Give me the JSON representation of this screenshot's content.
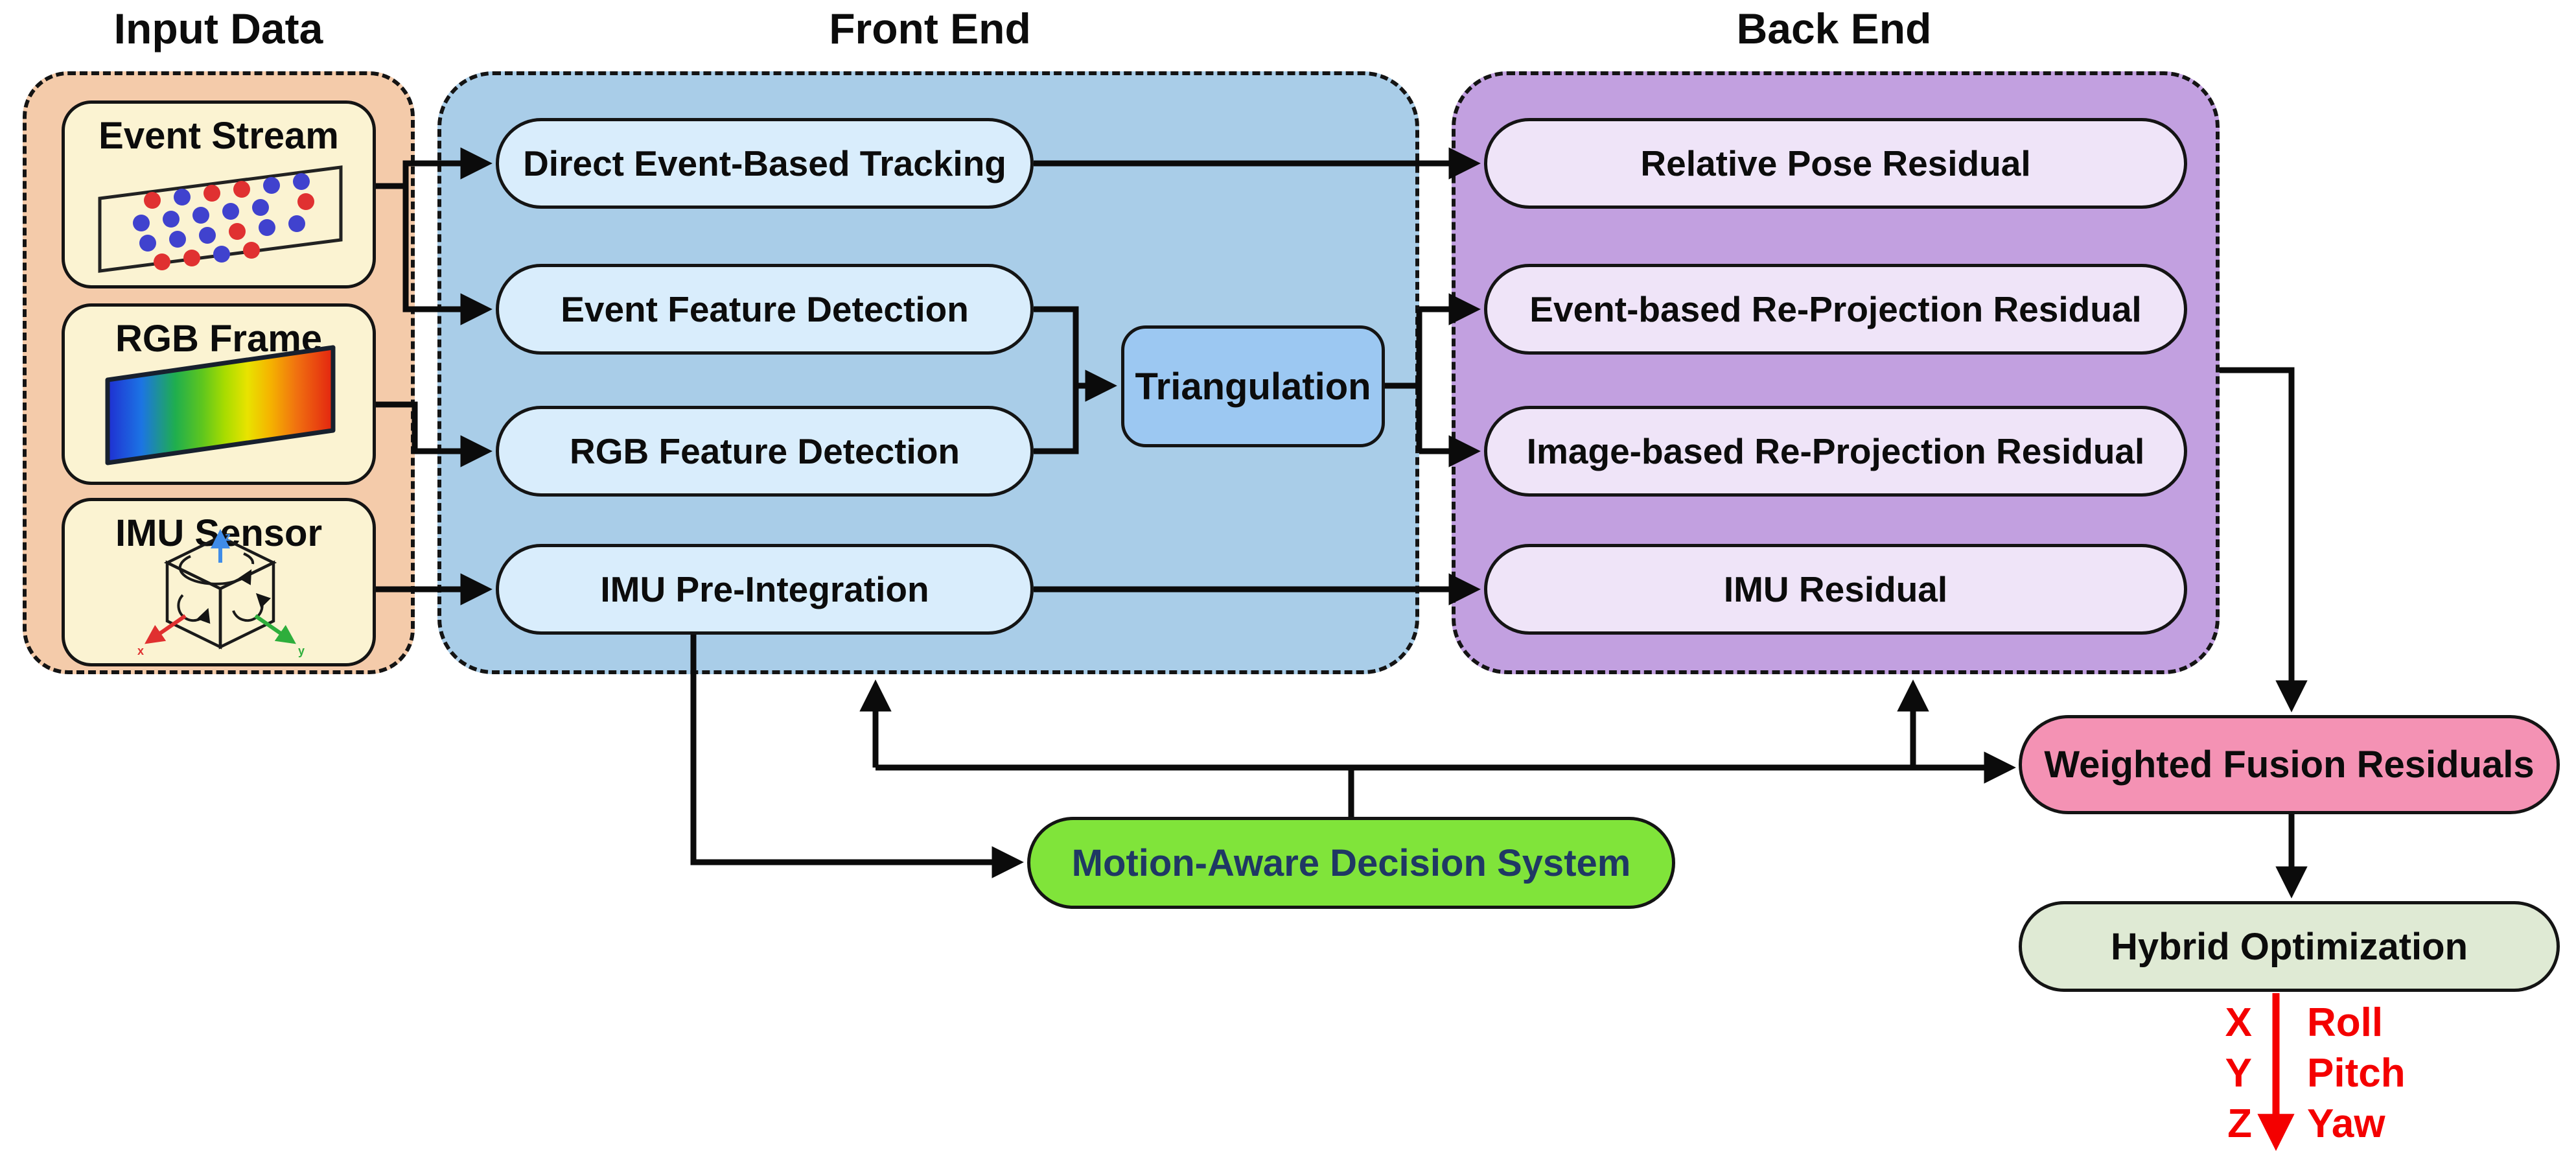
{
  "diagram": {
    "titles": {
      "input": "Input Data",
      "frontend": "Front End",
      "backend": "Back End"
    },
    "input_boxes": {
      "event_stream": {
        "label": "Event Stream"
      },
      "rgb_frame": {
        "label": "RGB Frame"
      },
      "imu_sensor": {
        "label": "IMU Sensor"
      }
    },
    "frontend_nodes": {
      "direct_tracking": {
        "label": "Direct Event-Based Tracking"
      },
      "event_feature": {
        "label": "Event Feature Detection"
      },
      "rgb_feature": {
        "label": "RGB Feature Detection"
      },
      "imu_preintegration": {
        "label": "IMU Pre-Integration"
      },
      "triangulation": {
        "label": "Triangulation"
      }
    },
    "backend_nodes": {
      "relative_pose": {
        "label": "Relative Pose Residual"
      },
      "event_reprojection": {
        "label": "Event-based Re-Projection Residual"
      },
      "image_reprojection": {
        "label": "Image-based Re-Projection Residual"
      },
      "imu_residual": {
        "label": "IMU Residual"
      }
    },
    "bottom_nodes": {
      "decision_system": {
        "label": "Motion-Aware Decision System"
      },
      "weighted_fusion": {
        "label": "Weighted Fusion Residuals"
      },
      "hybrid_optimization": {
        "label": "Hybrid Optimization"
      }
    },
    "output_axes": {
      "translation": [
        "X",
        "Y",
        "Z"
      ],
      "rotation": [
        "Roll",
        "Pitch",
        "Yaw"
      ]
    },
    "icons": {
      "event_stream": "event-dots-icon",
      "rgb_frame": "rgb-gradient-icon",
      "imu_sensor": "imu-cube-icon"
    },
    "colors": {
      "input_container": "#F4CBAA",
      "input_box": "#FBF3D2",
      "front_container": "#A9CDE8",
      "front_pill": "#D9EDFC",
      "triangulation": "#9CC8F2",
      "back_container": "#C2A0E0",
      "back_pill": "#EFE4F8",
      "decision_green": "#80E43A",
      "decision_text": "#1F3864",
      "fusion_pink": "#F492B4",
      "hybrid_green": "#DFEAD4",
      "output_red": "#F40000",
      "connector_black": "#0b0b0b",
      "event_dot_red": "#E03131",
      "event_dot_blue": "#4042CE"
    }
  }
}
